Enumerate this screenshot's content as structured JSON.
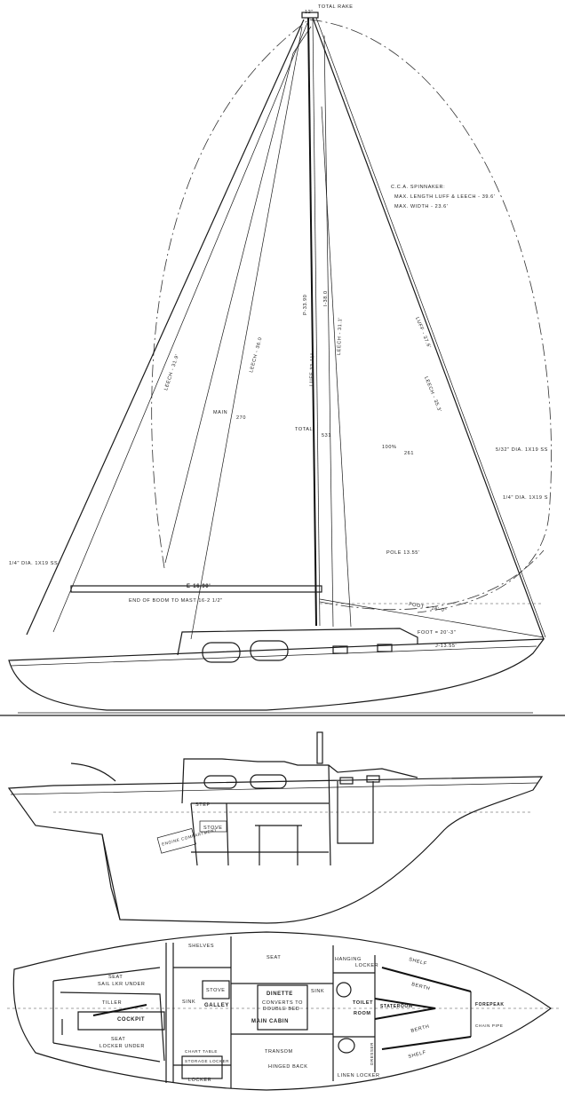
{
  "sail_plan": {
    "total_rake": "Total Rake",
    "rake_value": "12\"",
    "spinnaker_title": "C.C.A. Spinnaker:",
    "spinnaker_luff_leech": "Max. Length Luff & Leech - 39.6'",
    "spinnaker_width": "Max. Width - 23.6'",
    "p_dim": "P-33.90",
    "i_dim": "I-38.0",
    "spin_leech": "Leech - 31.9'",
    "main_leech": "Leech - 36.0",
    "main_luff": "Luff 33-11\"",
    "jib_leech": "Leech - 31.1'",
    "genoa_luff": "Luff - 37.6'",
    "genoa_leech": "Leech - 35.3'",
    "main_label": "Main",
    "main_area": "270",
    "total_label": "Total",
    "total_area": "531",
    "foretriangle_label": "100%",
    "foretriangle_area": "261",
    "forestay_wire": "5/32\" Dia. 1x19 SS",
    "headstay_wire": "1/4\" Dia. 1x19 S",
    "backstay_wire": "1/4\" Dia. 1x19 SS",
    "pole": "Pole 13.55'",
    "e_dim": "E-16.90'",
    "boom_end": "End of Boom to Mast 16-2 1/2\"",
    "foot_jib": "Foot = 16'-0\"",
    "foot_genoa": "Foot = 20'-3\"",
    "j_dim": "J-13.55'"
  },
  "profile": {
    "step": "Step",
    "stove": "Stove",
    "engine": "Engine Compartment"
  },
  "plan": {
    "shelves": "Shelves",
    "seat_main": "Seat",
    "seat_cockpit_port": "Seat",
    "sail_locker": "Sail Lkr Under",
    "stove": "Stove",
    "dinette": "Dinette",
    "converts": "Converts to",
    "double_bed": "Double Bed",
    "tiller": "Tiller",
    "galley": "Galley",
    "sink_galley": "Sink",
    "cockpit": "Cockpit",
    "main_cabin": "Main Cabin",
    "toilet": "Toilet",
    "room": "Room",
    "stateroom": "Stateroom",
    "forepeak": "Forepeak",
    "seat_cockpit_stbd": "Seat",
    "locker_under": "Locker Under",
    "transom": "Transom",
    "hinged_back": "Hinged Back",
    "chart_table": "Chart Table",
    "storage_locker": "Storage Locker",
    "locker": "Locker",
    "linen_locker": "Linen Locker",
    "hanging_locker": "Hanging",
    "locker_fwd": "Locker",
    "shelf_port": "Shelf",
    "shelf_stbd": "Shelf",
    "berth_port": "Berth",
    "berth_stbd": "Berth",
    "sink_head": "Sink",
    "chain_pipe": "Chain Pipe",
    "dresser": "Dresser"
  }
}
